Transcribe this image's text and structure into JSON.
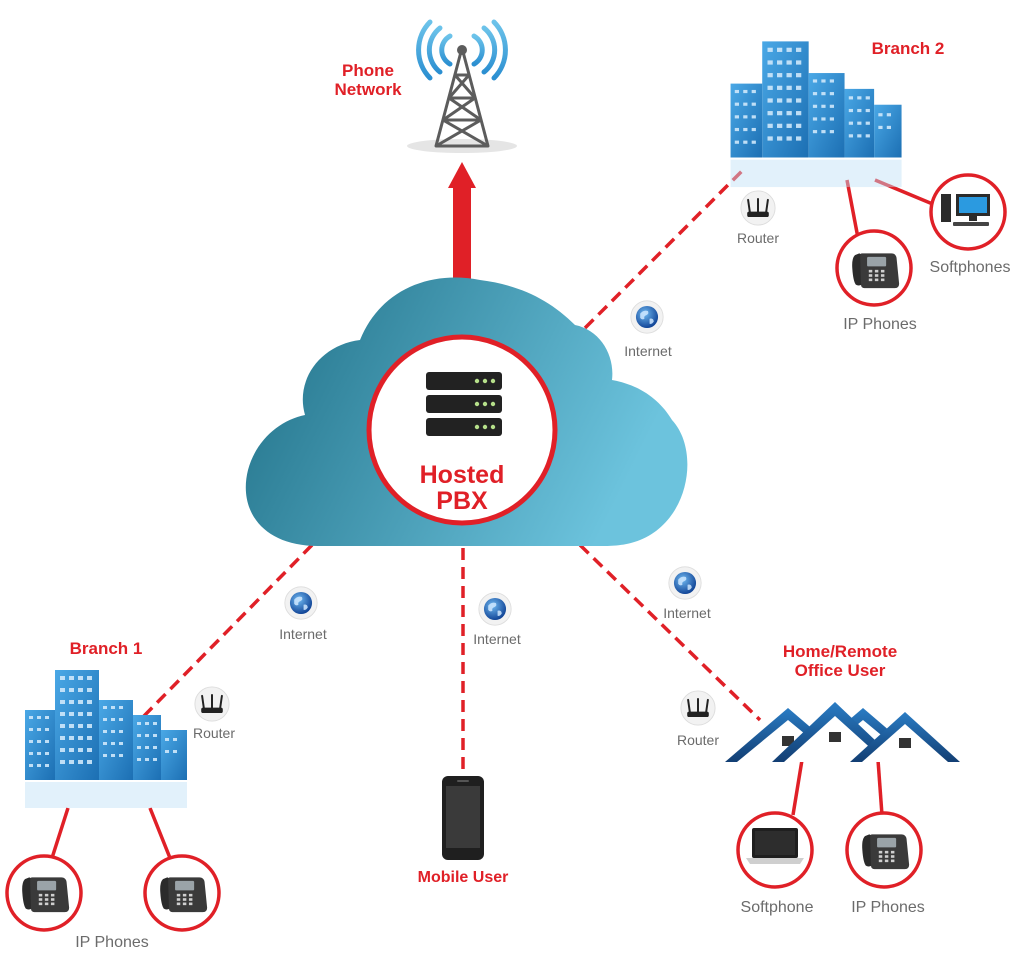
{
  "center": {
    "title_line1": "Hosted",
    "title_line2": "PBX"
  },
  "phone_network": {
    "line1": "Phone",
    "line2": "Network"
  },
  "branch1": {
    "title": "Branch 1",
    "router": "Router",
    "internet": "Internet",
    "phones": "IP Phones"
  },
  "branch2": {
    "title": "Branch 2",
    "router": "Router",
    "internet": "Internet",
    "ip_phones": "IP Phones",
    "softphones": "Softphones"
  },
  "mobile": {
    "internet": "Internet",
    "title": "Mobile User"
  },
  "home": {
    "line1": "Home/Remote",
    "line2": "Office User",
    "internet": "Internet",
    "router": "Router",
    "softphone": "Softphone",
    "ip_phones": "IP Phones"
  },
  "colors": {
    "accent_red": "#e02027",
    "cloud_dark": "#1f6f86",
    "cloud_light": "#6cc3dd",
    "building_blue": "#2b8fd1",
    "label_gray": "#6b6b6b"
  }
}
